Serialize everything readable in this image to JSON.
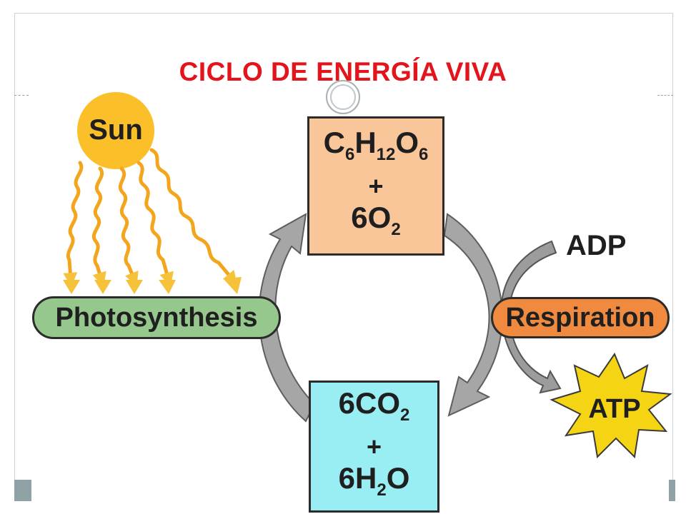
{
  "title": "CICLO DE ENERGÍA VIVA",
  "sun_label": "Sun",
  "top_box": {
    "line1": {
      "C": "C",
      "c_sub": "6",
      "H": "H",
      "h_sub": "12",
      "O": "O",
      "o_sub": "6"
    },
    "plus": "+",
    "line3": {
      "coef": "6O",
      "sub": "2"
    }
  },
  "bottom_box": {
    "line1": {
      "coef": "6CO",
      "sub": "2"
    },
    "plus": "+",
    "line3": {
      "coef": "6H",
      "sub": "2",
      "tail": "O"
    }
  },
  "photosynthesis_label": "Photosynthesis",
  "respiration_label": "Respiration",
  "adp_label": "ADP",
  "atp_label": "ATP",
  "colors": {
    "title": "#e3141b",
    "sun": "#fbbf2a",
    "sun_rays": "#f4a51e",
    "glucose_box": "#f9c69a",
    "co2_box": "#98eef2",
    "photosynthesis": "#96c88d",
    "respiration": "#ef8a3f",
    "atp_star": "#f5d414",
    "cycle_arrows": "#9c9c9c"
  }
}
